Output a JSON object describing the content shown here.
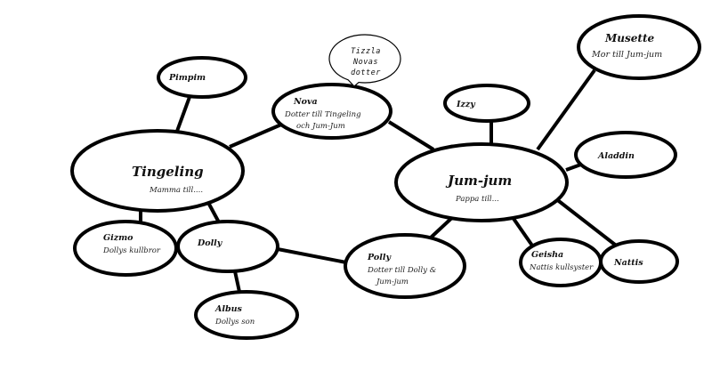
{
  "diagram": {
    "type": "family-tree-mind-map",
    "background": "#ffffff",
    "line_color": "#000000",
    "nodes": [
      {
        "id": "pimpim",
        "title": "Pimpim",
        "subtitle": []
      },
      {
        "id": "tingeling",
        "title": "Tingeling",
        "subtitle": [
          "Mamma till...."
        ]
      },
      {
        "id": "nova",
        "title": "Nova",
        "subtitle": [
          "Dotter till Tingeling",
          "och Jum-Jum"
        ]
      },
      {
        "id": "izzy",
        "title": "Izzy",
        "subtitle": []
      },
      {
        "id": "musette",
        "title": "Musette",
        "subtitle": [
          "Mor till Jum-jum"
        ]
      },
      {
        "id": "jumjum",
        "title": "Jum-jum",
        "subtitle": [
          "Pappa till..."
        ]
      },
      {
        "id": "aladdin",
        "title": "Aladdin",
        "subtitle": []
      },
      {
        "id": "gizmo",
        "title": "Gizmo",
        "subtitle": [
          "Dollys kullbror"
        ]
      },
      {
        "id": "dolly",
        "title": "Dolly",
        "subtitle": []
      },
      {
        "id": "albus",
        "title": "Albus",
        "subtitle": [
          "Dollys son"
        ]
      },
      {
        "id": "polly",
        "title": "Polly",
        "subtitle": [
          "Dotter till Dolly  &",
          "Jum-jum"
        ]
      },
      {
        "id": "geisha",
        "title": "Geisha",
        "subtitle": [
          "Nattis kullsyster"
        ]
      },
      {
        "id": "nattis",
        "title": "Nattis",
        "subtitle": []
      }
    ],
    "speech_bubble": {
      "attached_to": "nova",
      "lines": [
        "Tizzla",
        "Novas",
        "dotter"
      ]
    },
    "edges": [
      {
        "from": "tingeling",
        "to": "pimpim"
      },
      {
        "from": "tingeling",
        "to": "nova"
      },
      {
        "from": "tingeling",
        "to": "gizmo"
      },
      {
        "from": "tingeling",
        "to": "dolly"
      },
      {
        "from": "nova",
        "to": "jumjum"
      },
      {
        "from": "jumjum",
        "to": "izzy"
      },
      {
        "from": "jumjum",
        "to": "musette"
      },
      {
        "from": "jumjum",
        "to": "aladdin"
      },
      {
        "from": "jumjum",
        "to": "polly"
      },
      {
        "from": "jumjum",
        "to": "geisha"
      },
      {
        "from": "jumjum",
        "to": "nattis"
      },
      {
        "from": "dolly",
        "to": "polly"
      },
      {
        "from": "dolly",
        "to": "albus"
      }
    ]
  }
}
